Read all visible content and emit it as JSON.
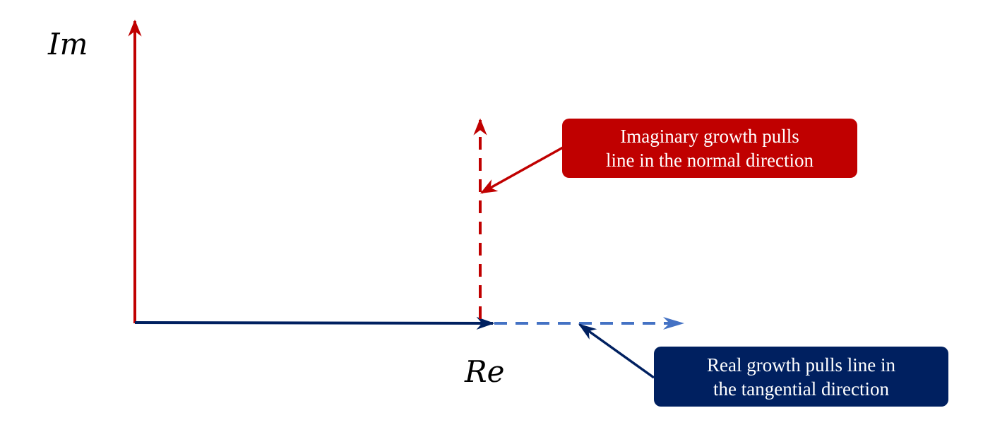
{
  "axes": {
    "imaginary_label": "Im",
    "real_label": "Re"
  },
  "callouts": {
    "imaginary": {
      "line1": "Imaginary growth pulls",
      "line2": "line in the normal direction"
    },
    "real": {
      "line1": "Real growth pulls line in",
      "line2": "the tangential direction"
    }
  },
  "colors": {
    "red": "#c00000",
    "navy": "#002060",
    "light_blue": "#4472c4",
    "callout_red_bg": "#c00000",
    "callout_navy_bg": "#002060"
  }
}
